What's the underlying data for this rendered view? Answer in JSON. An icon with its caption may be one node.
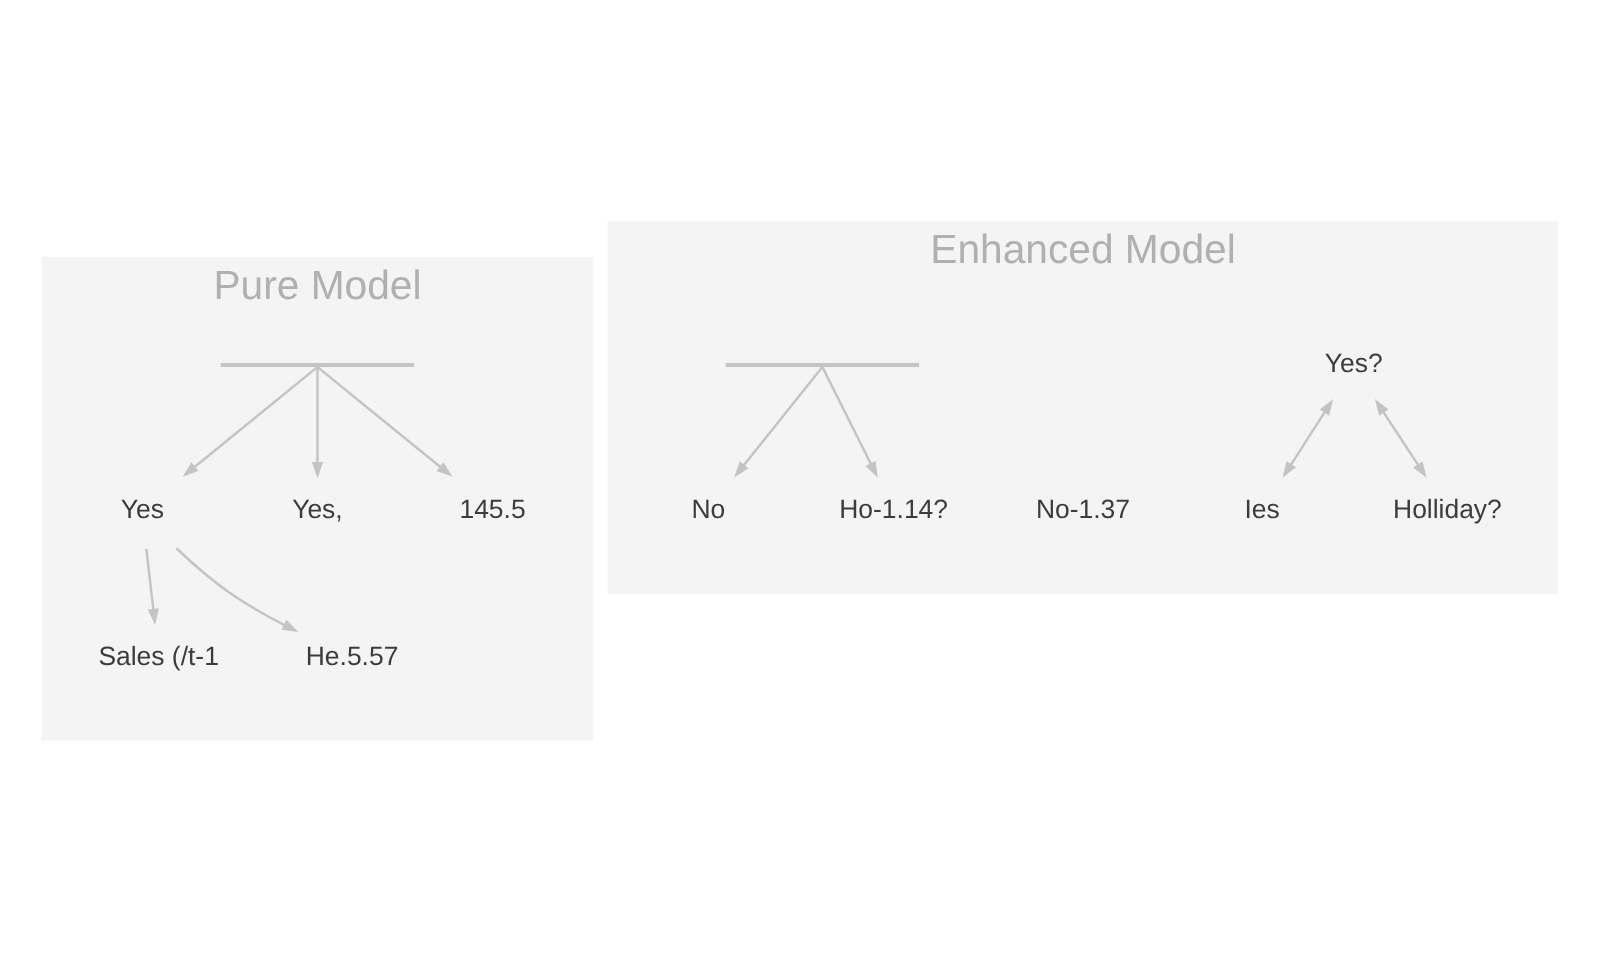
{
  "diagram": {
    "nodes": [
      {
        "text": [
          "Pure Model"
        ]
      },
      {
        "text": [],
        "shape": "bar",
        "in": 0
      },
      {
        "text": [
          "Yes"
        ],
        "in": 0
      },
      {
        "text": [
          "Sales (/t-1"
        ],
        "in": 0
      },
      {
        "text": [
          "He.5.57"
        ],
        "in": 0
      },
      {
        "text": [
          "Yes,"
        ],
        "in": 0
      },
      {
        "text": [
          "145.5"
        ],
        "in": 0
      },
      {
        "text": [
          "Enhanced Model"
        ]
      },
      {
        "text": [
          "Yes?"
        ],
        "in": 7
      },
      {
        "text": [
          "Ies"
        ],
        "in": 7
      },
      {
        "text": [
          "Holliday?"
        ],
        "in": 7
      },
      {
        "text": [],
        "shape": "bar",
        "in": 7
      },
      {
        "text": [
          "No"
        ],
        "in": 7
      },
      {
        "text": [
          "Ho-1.14?"
        ],
        "in": 7
      }
    ],
    "edges": [
      {
        "from": 1,
        "to": 2,
        "arrow": "to"
      },
      {
        "from": 1,
        "to": 5,
        "arrow": "to"
      },
      {
        "from": 1,
        "to": 6,
        "arrow": "to"
      },
      {
        "from": 2,
        "to": 3,
        "arrow": "to"
      },
      {
        "from": 2,
        "to": 4,
        "arrow": "to"
      },
      {
        "from": 8,
        "to": 9,
        "arrow": "both"
      },
      {
        "from": 8,
        "to": 10,
        "arrow": "both"
      },
      {
        "from": 11,
        "to": 12,
        "arrow": "to"
      },
      {
        "from": 11,
        "to": 13,
        "arrow": "to"
      }
    ],
    "labels": [
      "No-1.37"
    ]
  }
}
